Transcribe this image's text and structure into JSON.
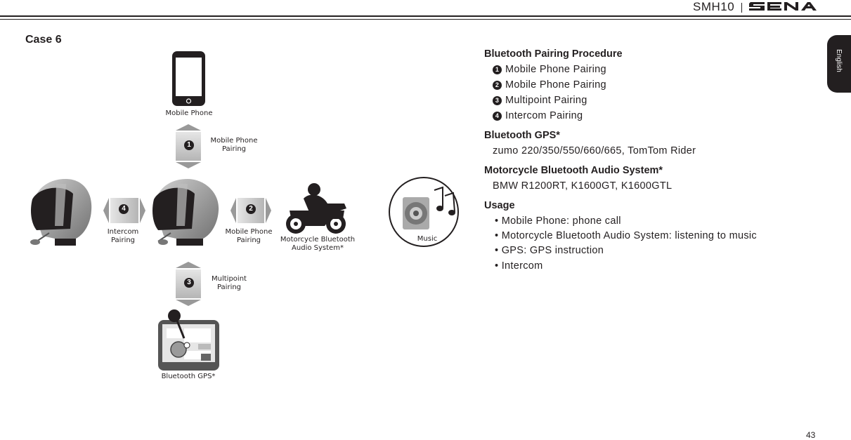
{
  "header": {
    "model": "SMH10",
    "brand": "SENA",
    "side_tab": "English"
  },
  "case_title": "Case 6",
  "page_number": "43",
  "diagram": {
    "mobile_phone_label": "Mobile Phone",
    "conn_1": {
      "num": "1",
      "label": "Mobile Phone\nPairing"
    },
    "conn_2": {
      "num": "2",
      "label": "Mobile Phone\nPairing"
    },
    "conn_3": {
      "num": "3",
      "label": "Multipoint\nPairing"
    },
    "conn_4": {
      "num": "4",
      "label": "Intercom\nPairing"
    },
    "motorcycle_label": "Motorcycle Bluetooth\nAudio System*",
    "music_label": "Music",
    "gps_label": "Bluetooth GPS*"
  },
  "procedure": {
    "title": "Bluetooth Pairing Procedure",
    "items": [
      {
        "num": "1",
        "text": "Mobile Phone Pairing"
      },
      {
        "num": "2",
        "text": "Mobile Phone Pairing"
      },
      {
        "num": "3",
        "text": "Multipoint Pairing"
      },
      {
        "num": "4",
        "text": "Intercom Pairing"
      }
    ]
  },
  "gps": {
    "title": "Bluetooth GPS*",
    "models": "zumo 220/350/550/660/665, TomTom Rider"
  },
  "audio": {
    "title": "Motorcycle Bluetooth Audio System*",
    "models": "BMW R1200RT, K1600GT, K1600GTL"
  },
  "usage": {
    "title": "Usage",
    "items": [
      "Mobile Phone: phone call",
      "Motorcycle Bluetooth Audio System: listening to music",
      "GPS: GPS instruction",
      "Intercom"
    ]
  },
  "colors": {
    "ink": "#231f20",
    "helmet": "#8a8a8a",
    "arrow": "#bdbdbd"
  }
}
